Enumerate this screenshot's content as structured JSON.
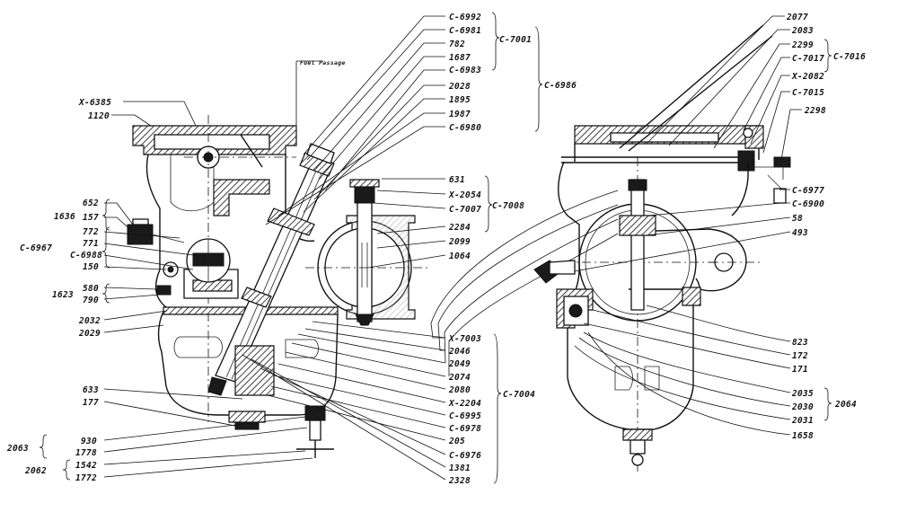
{
  "labels_left": {
    "x6385": "X-6385",
    "l1120": "1120",
    "l1636": "1636",
    "l652": "652",
    "l157": "157",
    "c6967": "C-6967",
    "l772": "772",
    "l771": "771",
    "c6988": "C-6988",
    "l150": "150",
    "l1623": "1623",
    "l580": "580",
    "l790": "790",
    "l2032": "2032",
    "l2029": "2029",
    "l633": "633",
    "l177": "177",
    "l2063": "2063",
    "l930": "930",
    "l1778": "1778",
    "l2062": "2062",
    "l1542": "1542",
    "l1772": "1772"
  },
  "labels_center": {
    "c6992": "C-6992",
    "c6981": "C-6981",
    "l782": "782",
    "l1687": "1687",
    "c6983": "C-6983",
    "c7001": "C-7001",
    "c6986": "C-6986",
    "l2028": "2028",
    "l1895": "1895",
    "l1987": "1987",
    "c6980": "C-6980",
    "fuel": "Fuel Passage",
    "l631": "631",
    "x2054": "X-2054",
    "c7007": "C-7007",
    "c7008": "C-7008",
    "l2284": "2284",
    "l2099": "2099",
    "l1064": "1064",
    "x7003": "X-7003",
    "l2046": "2046",
    "l2049": "2049",
    "l2074": "2074",
    "l2080": "2080",
    "x2204": "X-2204",
    "c7004": "C-7004",
    "c6995": "C-6995",
    "c6978": "C-6978",
    "l205": "205",
    "c6976": "C-6976",
    "l1381": "1381",
    "l2328": "2328"
  },
  "labels_right": {
    "l2077": "2077",
    "l2083": "2083",
    "l2299": "2299",
    "c7017": "C-7017",
    "c7016": "C-7016",
    "x2082": "X-2082",
    "c7015": "C-7015",
    "l2298": "2298",
    "c6977": "C-6977",
    "c6900": "C-6900",
    "l58": "58",
    "l493": "493",
    "l823": "823",
    "l172": "172",
    "l171": "171",
    "l2035": "2035",
    "l2030": "2030",
    "l2031": "2031",
    "l2064": "2064",
    "l1658": "1658"
  }
}
